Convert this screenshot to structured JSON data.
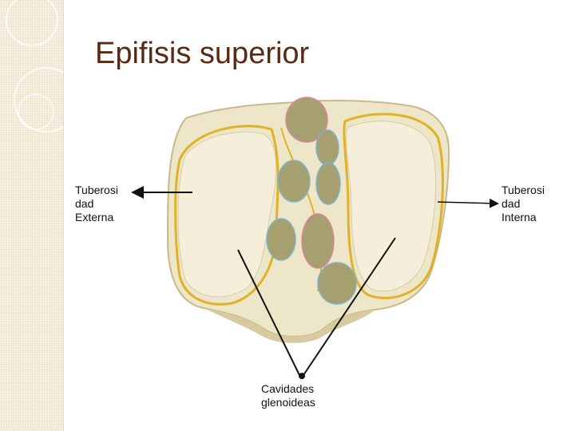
{
  "slide": {
    "title": "Epifisis superior",
    "title_color": "#5a2a12"
  },
  "labels": {
    "left": {
      "line1": "Tuberosi",
      "line2": "dad",
      "line3": "Externa"
    },
    "right": {
      "line1": "Tuberosi",
      "line2": "dad",
      "line3": "Interna"
    },
    "bottom": {
      "line1": "Cavidades",
      "line2": "glenoideas"
    }
  },
  "colors": {
    "bone": "#eee6c8",
    "bone_edge": "#c9b98a",
    "cartilage_line": "#e0b12a",
    "ligament": "#a6a070",
    "arrow": "#111111"
  }
}
